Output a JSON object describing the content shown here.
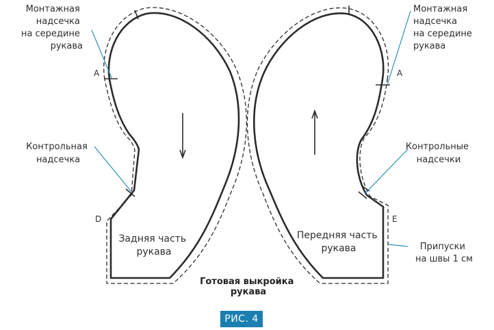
{
  "labels": {
    "notch_sleeve_middle_left": [
      "Монтажная",
      "надсечка",
      "на середине",
      "рукава"
    ],
    "notch_sleeve_middle_right": [
      "Монтажная",
      "надсечка",
      "на середине",
      "рукава"
    ],
    "control_notch_left": [
      "Контрольная",
      "надсечка"
    ],
    "control_notches_right": [
      "Контрольные",
      "надсечки"
    ],
    "seam_allowance": [
      "Припуски",
      "на швы 1 см"
    ]
  },
  "points": {
    "a_left": "A",
    "a_right": "A",
    "d": "D",
    "e": "E"
  },
  "pieces": {
    "back": [
      "Задняя часть",
      "рукава"
    ],
    "front": [
      "Передняя часть",
      "рукава"
    ]
  },
  "caption": [
    "Готовая выкройка",
    "рукава"
  ],
  "figure_badge": "РИС. 4",
  "colors": {
    "outline": "#2b2b2b",
    "leader": "#2b8fb3",
    "badge": "#1b7fb0"
  }
}
